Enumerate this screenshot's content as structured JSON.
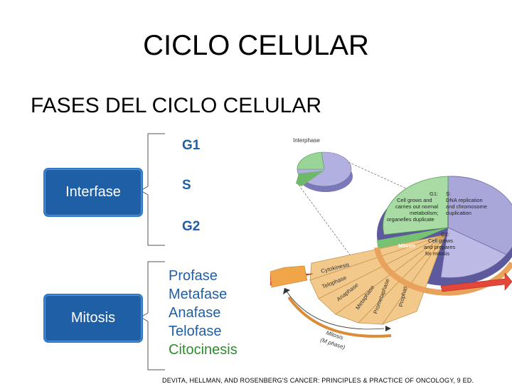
{
  "title": "CICLO CELULAR",
  "subtitle": "FASES DEL CICLO CELULAR",
  "boxes": {
    "interfase": "Interfase",
    "mitosis": "Mitosis"
  },
  "interphase_phases": [
    "G1",
    "S",
    "G2"
  ],
  "mitosis_phases": [
    "Profase",
    "Metafase",
    "Anafase",
    "Telofase",
    "Citocinesis"
  ],
  "figure": {
    "interphase_label": "Interphase",
    "g1_label": "G1:",
    "g1_desc": [
      "Cell grows and",
      "carries out normal",
      "metabolism;",
      "organelles duplicate"
    ],
    "s_label": "S:",
    "s_desc": [
      "DNA replication",
      "and chromosome",
      "duplication"
    ],
    "g2_label": "G2:",
    "g2_desc": [
      "Cell grows",
      "and prepares",
      "for mitosis"
    ],
    "mitosis_ring": "Mitosis",
    "segments": [
      "Cytokinesis",
      "Telophase",
      "Anaphase",
      "Metaphase",
      "Prometaphase",
      "Prophase"
    ],
    "mphase_label": [
      "Mitosis",
      "(M phase)"
    ]
  },
  "citation": "DEVITA, HELLMAN, AND ROSENBERG'S CANCER: PRINCIPLES & PRACTICE OF ONCOLOGY, 9 ED.",
  "colors": {
    "box_fill": "#1f5fa6",
    "phase_text": "#1f5fa6",
    "citocinesis_text": "#2e8b2e",
    "s_phase": "#a9a7d9",
    "g1_phase": "#8fcf8a",
    "mitosis_segments": "#f3c98b"
  }
}
